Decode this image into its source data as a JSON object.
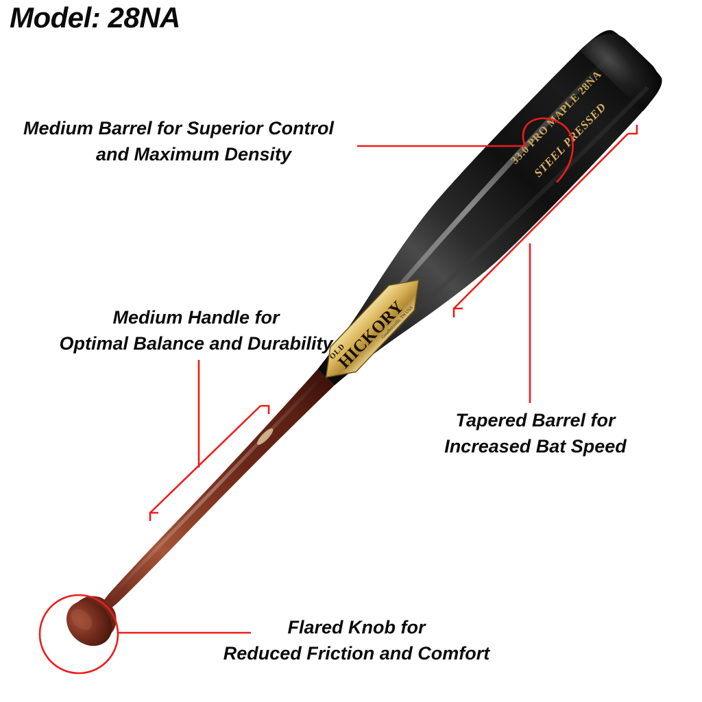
{
  "product": {
    "title": "Model: 28NA",
    "brand_logo_main": "HICKORY",
    "brand_logo_top": "OLD",
    "brand_logo_sub": "Goodlettsville, TN USA",
    "barrel_stamp_line1": "33.0 PRO MAPLE 28NA",
    "barrel_stamp_line2": "STEEL PRESSED"
  },
  "colors": {
    "annotation_red": "#EE1C1C",
    "text_black": "#0B0B0B",
    "barrel_black": "#151515",
    "handle_brown": "#6E2A1C",
    "handle_brown_light": "#9A4A32",
    "logo_gold": "#D9B45A",
    "background": "#FFFFFF"
  },
  "callouts": [
    {
      "id": "medium-barrel",
      "line1": "Medium Barrel for Superior Control",
      "line2": "and Maximum Density"
    },
    {
      "id": "medium-handle",
      "line1": "Medium Handle for",
      "line2": "Optimal Balance and Durability"
    },
    {
      "id": "tapered-barrel",
      "line1": "Tapered Barrel for",
      "line2": "Increased Bat Speed"
    },
    {
      "id": "flared-knob",
      "line1": "Flared Knob for",
      "line2": "Reduced Friction and Comfort"
    }
  ]
}
